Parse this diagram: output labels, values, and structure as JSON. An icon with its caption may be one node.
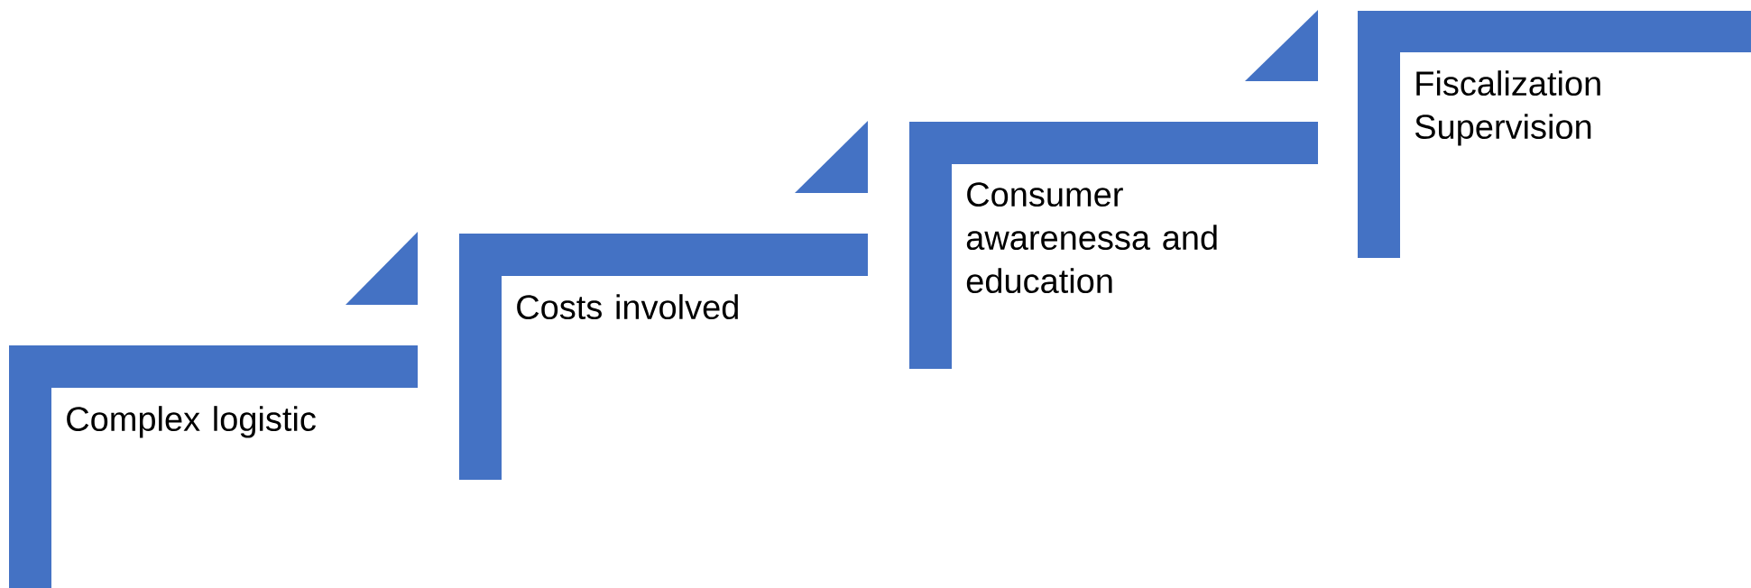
{
  "diagram": {
    "nodes": [
      {
        "text": [
          "Complex logistic"
        ]
      },
      {
        "text": [
          "Costs involved"
        ]
      },
      {
        "text": [
          "Consumer awarenessa and education"
        ]
      },
      {
        "text": [
          "Fiscalization Supervision"
        ]
      },
      {
        "text": [],
        "shape": "triangle"
      },
      {
        "text": [],
        "shape": "triangle"
      },
      {
        "text": [],
        "shape": "triangle"
      }
    ]
  }
}
